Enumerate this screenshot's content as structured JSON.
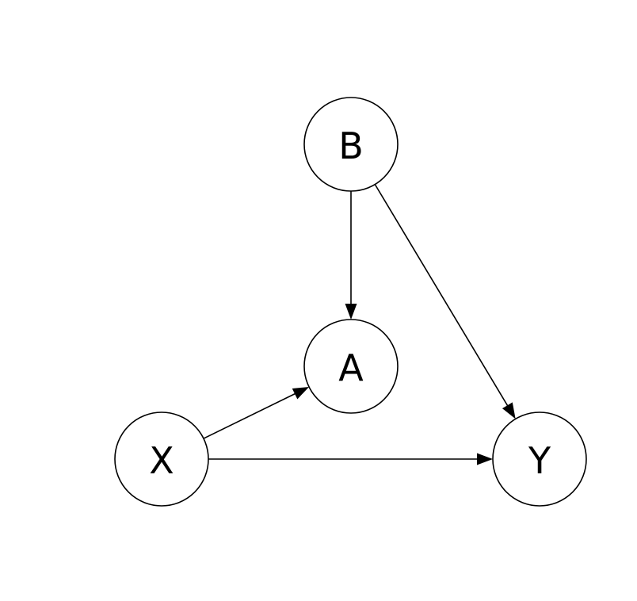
{
  "nodes": [
    {
      "id": "B",
      "label": "B"
    },
    {
      "id": "A",
      "label": "A"
    },
    {
      "id": "X",
      "label": "X"
    },
    {
      "id": "Y",
      "label": "Y"
    }
  ],
  "edges": [
    {
      "from": "B",
      "to": "A"
    },
    {
      "from": "B",
      "to": "Y"
    },
    {
      "from": "X",
      "to": "A"
    },
    {
      "from": "X",
      "to": "Y"
    }
  ]
}
